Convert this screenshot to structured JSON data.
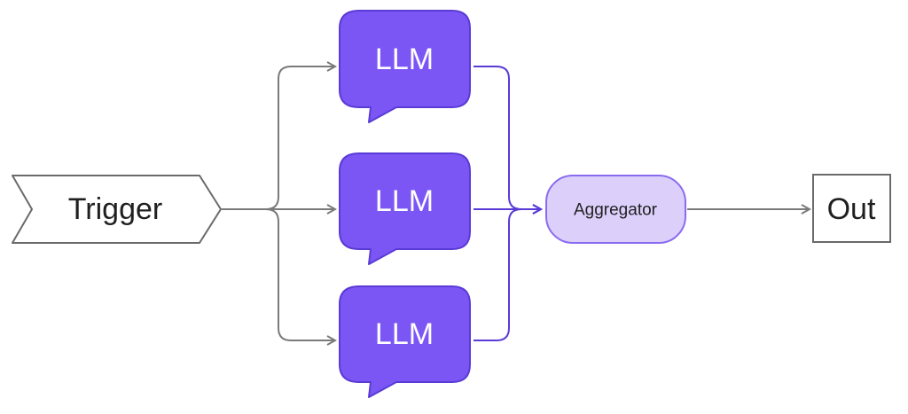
{
  "nodes": {
    "trigger": {
      "label": "Trigger"
    },
    "llms": [
      {
        "label": "LLM"
      },
      {
        "label": "LLM"
      },
      {
        "label": "LLM"
      }
    ],
    "aggregator": {
      "label": "Aggregator"
    },
    "out": {
      "label": "Out"
    }
  },
  "colors": {
    "llm_fill": "#7c56f5",
    "llm_stroke": "#5a3bd6",
    "aggregator_fill": "#dcd0fb",
    "aggregator_stroke": "#8a6bf0",
    "input_edges": "#7a7a7a",
    "output_edges": "#5a3bd6",
    "node_stroke": "#6a6a6a"
  }
}
